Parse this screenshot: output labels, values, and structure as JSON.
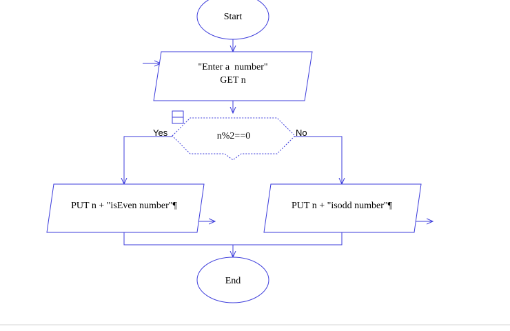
{
  "diagram": {
    "nodes": {
      "start": {
        "shape": "ellipse",
        "lines": [
          "Start"
        ]
      },
      "input": {
        "shape": "parallelogram",
        "lines": [
          "\"Enter a  number\"",
          "GET n"
        ]
      },
      "decision": {
        "shape": "hexagon",
        "lines": [
          "n%2==0"
        ]
      },
      "even": {
        "shape": "parallelogram",
        "lines": [
          "PUT n + \"isEven number\"¶"
        ]
      },
      "odd": {
        "shape": "parallelogram",
        "lines": [
          "PUT n + \"isodd number\"¶"
        ]
      },
      "end": {
        "shape": "ellipse",
        "lines": [
          "End"
        ]
      }
    },
    "branches": {
      "yes_label": "Yes",
      "no_label": "No"
    },
    "colors": {
      "stroke": "#3b3bdb",
      "text": "#000000",
      "background": "#ffffff"
    }
  }
}
